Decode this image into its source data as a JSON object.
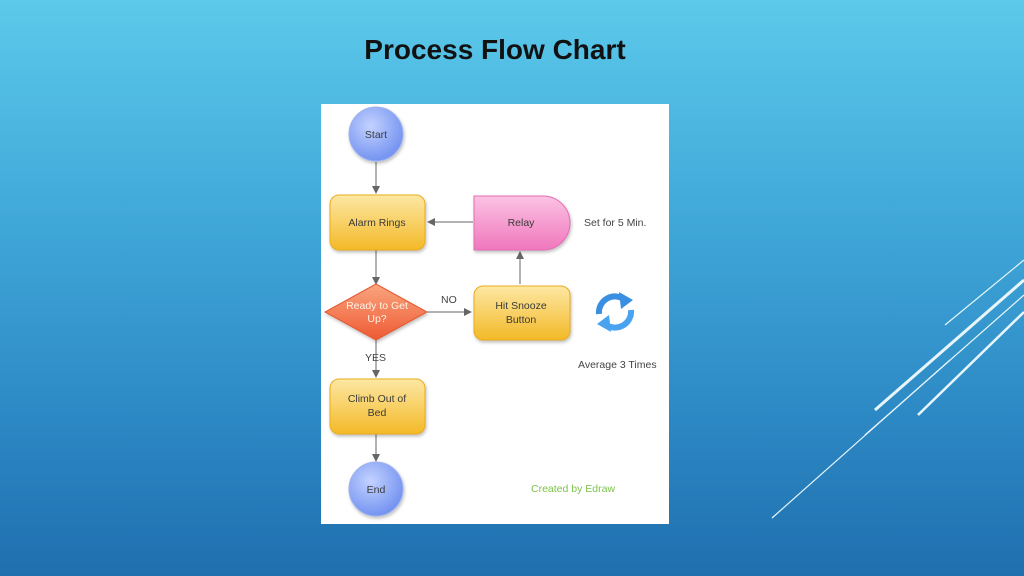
{
  "slide": {
    "title": "Process Flow Chart"
  },
  "flowchart": {
    "nodes": {
      "start": "Start",
      "alarm": "Alarm Rings",
      "decision": [
        "Ready to Get",
        "Up?"
      ],
      "climb": [
        "Climb Out of",
        "Bed"
      ],
      "end": "End",
      "snooze": [
        "Hit Snooze",
        "Button"
      ],
      "relay": "Relay"
    },
    "edge_labels": {
      "no": "NO",
      "yes": "YES"
    },
    "notes": {
      "set": "Set for 5 Min.",
      "average": "Average 3 Times"
    },
    "credit": "Created by Edraw",
    "icons": {
      "repeat": "refresh-arrows-icon"
    }
  },
  "colors": {
    "circle": "#7f9ff2",
    "process": "#f6c343",
    "decision": "#f2704a",
    "relay": "#f48ac8",
    "credit": "#7cc34a"
  }
}
